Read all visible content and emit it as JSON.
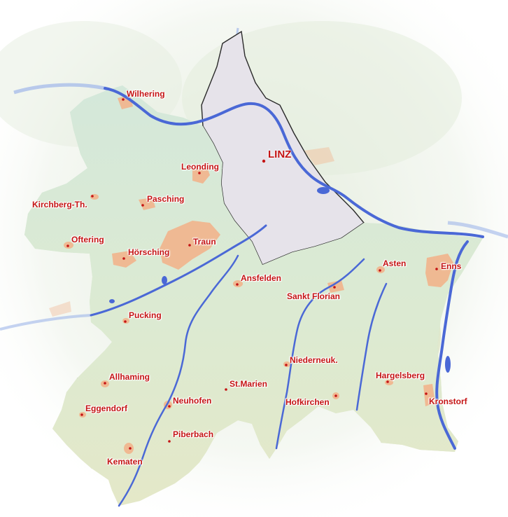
{
  "colors": {
    "label": "#c41414",
    "dot": "#c41414",
    "river": "#4a68d6",
    "river_light": "#8fa8e8",
    "district_fill": "#d8ecdf",
    "district_border": "#2a2a2a",
    "city_fill": "#e6e3ea",
    "urban_fill": "#f2b48c",
    "municipality_border": "#7d8a80",
    "terrain": "#b9cfa3"
  },
  "city": {
    "name": "LINZ"
  },
  "towns": [
    {
      "id": "wilhering",
      "name": "Wilhering"
    },
    {
      "id": "leonding",
      "name": "Leonding"
    },
    {
      "id": "kirchberg",
      "name": "Kirchberg-Th."
    },
    {
      "id": "pasching",
      "name": "Pasching"
    },
    {
      "id": "oftering",
      "name": "Oftering"
    },
    {
      "id": "hoersching",
      "name": "Hörsching"
    },
    {
      "id": "traun",
      "name": "Traun"
    },
    {
      "id": "ansfelden",
      "name": "Ansfelden"
    },
    {
      "id": "asten",
      "name": "Asten"
    },
    {
      "id": "enns",
      "name": "Enns"
    },
    {
      "id": "sanktflorian",
      "name": "Sankt Florian"
    },
    {
      "id": "pucking",
      "name": "Pucking"
    },
    {
      "id": "niederneukirchen",
      "name": "Niederneuk."
    },
    {
      "id": "allhaming",
      "name": "Allhaming"
    },
    {
      "id": "stmarien",
      "name": "St.Marien"
    },
    {
      "id": "hargelsberg",
      "name": "Hargelsberg"
    },
    {
      "id": "eggendorf",
      "name": "Eggendorf"
    },
    {
      "id": "neuhofen",
      "name": "Neuhofen"
    },
    {
      "id": "hofkirchen",
      "name": "Hofkirchen"
    },
    {
      "id": "kronstorf",
      "name": "Kronstorf"
    },
    {
      "id": "piberbach",
      "name": "Piberbach"
    },
    {
      "id": "kematen",
      "name": "Kematen"
    }
  ]
}
